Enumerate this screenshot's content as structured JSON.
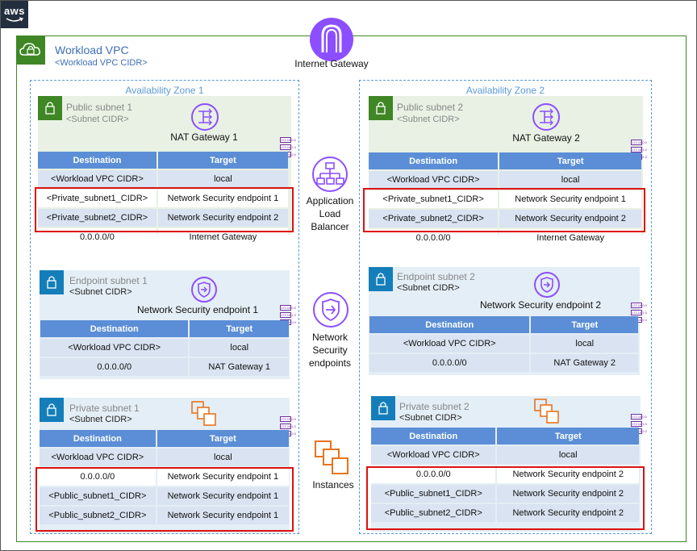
{
  "header": {
    "logo_text": "aws"
  },
  "vpc": {
    "title": "Workload VPC",
    "cidr": "<Workload VPC CIDR>"
  },
  "center": {
    "igw_label": "Internet Gateway",
    "alb_label_1": "Application",
    "alb_label_2": "Load",
    "alb_label_3": "Balancer",
    "nse_label_1": "Network",
    "nse_label_2": "Security",
    "nse_label_3": "endpoints",
    "instances_label": "Instances"
  },
  "ip_stack_text": [
    "172.16.0.0",
    "172.16.1.0",
    "172.16.2.0"
  ],
  "colors": {
    "vpc_green": "#3f8624",
    "subnet_blue": "#147eba",
    "header_blue": "#5b8ed6",
    "highlight_red": "#d11111",
    "az_blue": "#5b9bd5"
  },
  "table_headers": {
    "destination": "Destination",
    "target": "Target"
  },
  "az1": {
    "label": "Availability Zone 1",
    "public": {
      "name": "Public subnet  1",
      "cidr": "<Subnet CIDR>",
      "resource": "NAT  Gateway 1",
      "rows": [
        {
          "dest": "<Workload VPC CIDR>",
          "target": "local"
        },
        {
          "dest": "<Private_subnet1_CIDR>",
          "target": "Network Security endpoint 1"
        },
        {
          "dest": "<Private_subnet2_CIDR>",
          "target": "Network Security endpoint 2"
        },
        {
          "dest": "0.0.0.0/0",
          "target": "Internet Gateway"
        }
      ]
    },
    "endpoint": {
      "name": "Endpoint subnet 1",
      "cidr": "<Subnet CIDR>",
      "resource": "Network  Security endpoint 1",
      "rows": [
        {
          "dest": "<Workload VPC CIDR>",
          "target": "local"
        },
        {
          "dest": "0.0.0.0/0",
          "target": "NAT Gateway 1"
        }
      ]
    },
    "private": {
      "name": "Private subnet 1",
      "cidr": "<Subnet CIDR>",
      "rows": [
        {
          "dest": "<Workload VPC CIDR>",
          "target": "local"
        },
        {
          "dest": "0.0.0.0/0",
          "target": "Network Security endpoint 1"
        },
        {
          "dest": "<Public_subnet1_CIDR>",
          "target": "Network Security endpoint 1"
        },
        {
          "dest": "<Public_subnet2_CIDR>",
          "target": "Network Security endpoint 1"
        }
      ]
    }
  },
  "az2": {
    "label": "Availability Zone 2",
    "public": {
      "name": "Public subnet  2",
      "cidr": "<Subnet CIDR>",
      "resource": "NAT  Gateway 2",
      "rows": [
        {
          "dest": "<Workload VPC CIDR>",
          "target": "local"
        },
        {
          "dest": "<Private_subnet1_CIDR>",
          "target": "Network Security endpoint 1"
        },
        {
          "dest": "<Private_subnet2_CIDR>",
          "target": "Network Security endpoint 2"
        },
        {
          "dest": "0.0.0.0/0",
          "target": "Internet Gateway"
        }
      ]
    },
    "endpoint": {
      "name": "Endpoint subnet 2",
      "cidr": "<Subnet CIDR>",
      "resource": "Network  Security endpoint 2",
      "rows": [
        {
          "dest": "<Workload VPC CIDR>",
          "target": "local"
        },
        {
          "dest": "0.0.0.0/0",
          "target": "NAT Gateway 2"
        }
      ]
    },
    "private": {
      "name": "Private subnet 2",
      "cidr": "<Subnet CIDR>",
      "rows": [
        {
          "dest": "<Workload VPC CIDR>",
          "target": "local"
        },
        {
          "dest": "0.0.0.0/0",
          "target": "Network Security endpoint 2"
        },
        {
          "dest": "<Public_subnet1_CIDR>",
          "target": "Network Security endpoint 2"
        },
        {
          "dest": "<Public_subnet2_CIDR>",
          "target": "Network Security endpoint 2"
        }
      ]
    }
  }
}
